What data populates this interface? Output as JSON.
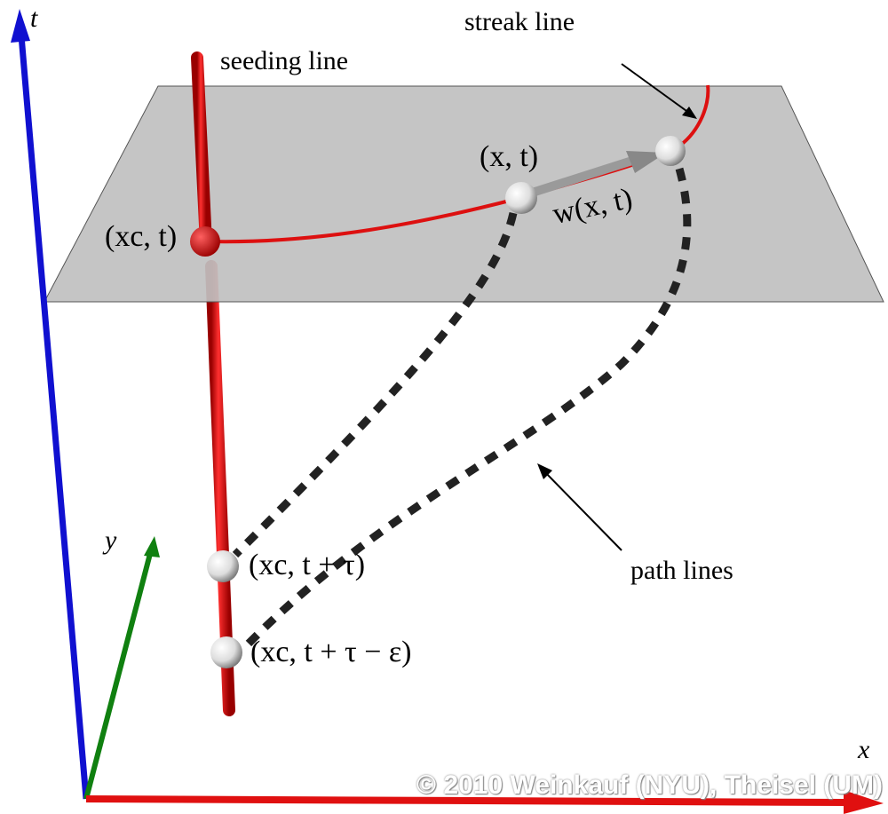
{
  "axes": {
    "t": "t",
    "x": "x",
    "y": "y"
  },
  "labels": {
    "seeding_line": "seeding line",
    "streak_line": "streak line",
    "path_lines": "path lines",
    "xc_t": "(xc, t)",
    "x_t": "(x, t)",
    "w_x_t": "w(x, t)",
    "xc_t_tau": "(xc, t + τ)",
    "xc_t_tau_eps": "(xc, t + τ − ε)"
  },
  "watermark": "© 2010 Weinkauf (NYU), Theisel (UM)",
  "colors": {
    "t_axis": "#1010d0",
    "x_axis": "#e01010",
    "y_axis": "#108010",
    "plane": "#c0c0c0",
    "seeding": "#d81010"
  }
}
